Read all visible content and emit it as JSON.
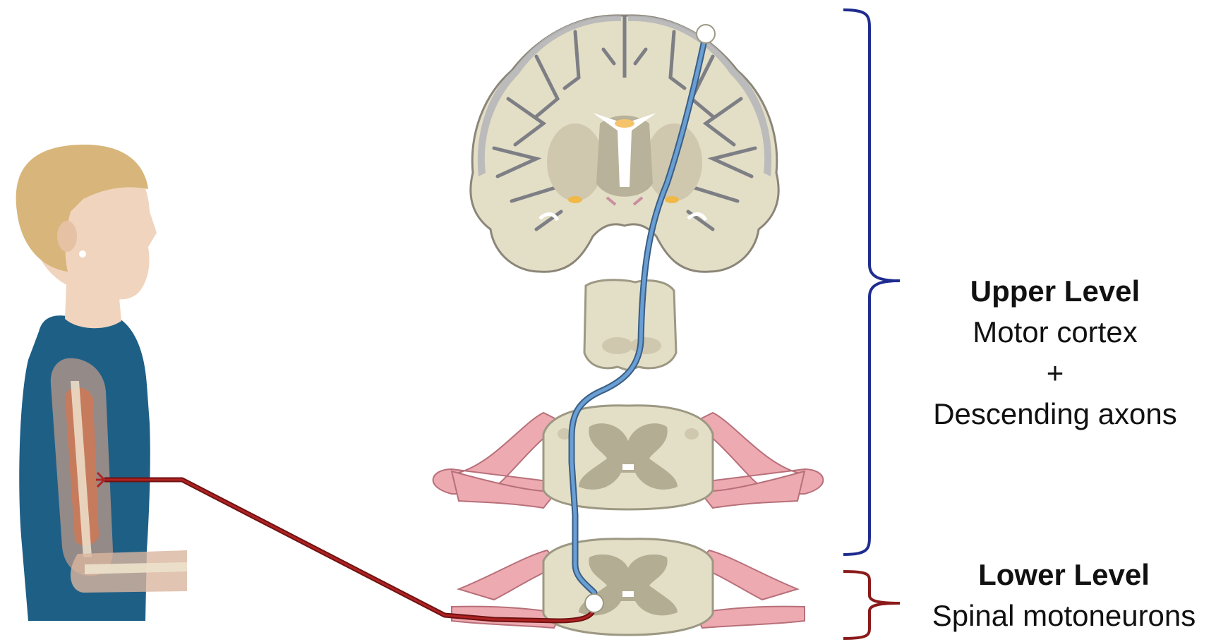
{
  "upper_level": {
    "heading": "Upper Level",
    "line1": "Motor cortex",
    "line2": "+",
    "line3": "Descending axons"
  },
  "lower_level": {
    "heading": "Lower Level",
    "line1": "Spinal motoneurons"
  },
  "colors": {
    "upper_pathway": "#5b8fc7",
    "lower_pathway": "#9b1c1c",
    "upper_bracket": "#1f2c8f",
    "lower_bracket": "#8b1a1a",
    "tissue": "#e3dec6",
    "gray_matter": "#b3ad94",
    "nerve_root": "#eeaab1",
    "shirt": "#1e5f86",
    "skin": "#f0d4bd",
    "hair": "#d8b57a"
  }
}
